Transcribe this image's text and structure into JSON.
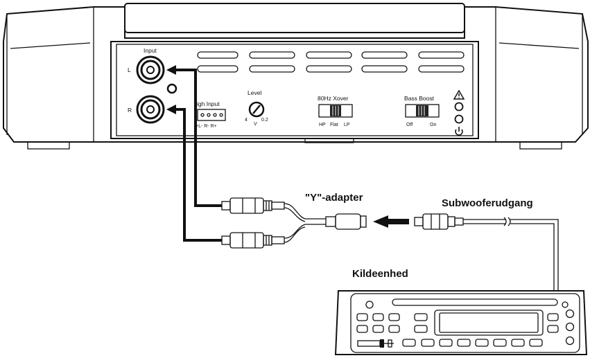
{
  "amplifier": {
    "input_label": "Input",
    "left_label": "L",
    "right_label": "R",
    "high_input_label": "igh Input",
    "high_input_terminals": "+L- R- R+",
    "level_label": "Level",
    "level_min": "4",
    "level_unit": "V",
    "level_max": "0.2",
    "xover_label": "80Hz Xover",
    "xover_options": [
      "HP",
      "Flat",
      "LP"
    ],
    "bass_boost_label": "Bass Boost",
    "bass_boost_off": "Off",
    "bass_boost_on": "On"
  },
  "labels": {
    "y_adapter": "\"Y\"-adapter",
    "subwoofer_output": "Subwooferudgang",
    "source_unit": "Kildeenhed"
  },
  "icons": [
    "warning-icon",
    "power-led-icon",
    "power-icon",
    "arrow-icon"
  ]
}
